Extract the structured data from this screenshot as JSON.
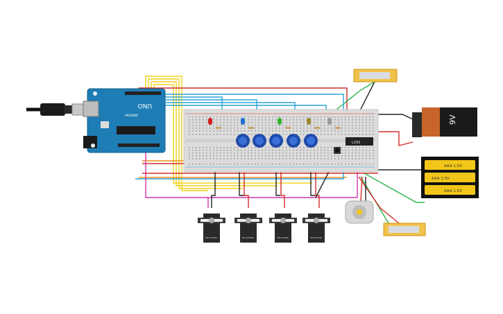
{
  "arduino": {
    "brand": "UNO",
    "sub": "ARDUINO"
  },
  "battery9v": {
    "label": "9V"
  },
  "battery_pack": {
    "cells": [
      "AAA 1.5V",
      "AAA 1.5V",
      "AAA 1.5V"
    ]
  },
  "chip": {
    "label": "L293"
  },
  "servos": [
    {
      "label": "SM-S2309S"
    },
    {
      "label": "SM-S2309S"
    },
    {
      "label": "SM-S2309S"
    },
    {
      "label": "SM-S2309S"
    }
  ],
  "leds": [
    {
      "color": "#d21f1f"
    },
    {
      "color": "#1f6fd2"
    },
    {
      "color": "#2fb52f"
    },
    {
      "color": "#9a8a2a"
    },
    {
      "color": "#9a9a9a"
    }
  ],
  "wire_colors": {
    "red": "#d22b2b",
    "blue": "#29a3d6",
    "orange": "#f08c1a",
    "yellow": "#f2d21b",
    "magenta": "#d233a8",
    "green": "#2db34a",
    "black": "#222222"
  }
}
